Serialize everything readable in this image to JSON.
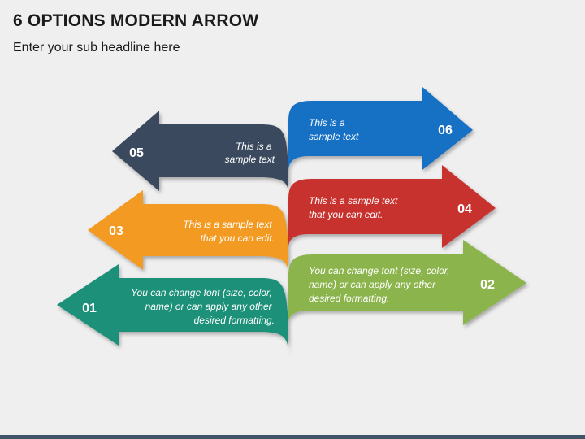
{
  "slide": {
    "title": "6 OPTIONS MODERN ARROW",
    "subtitle": "Enter your sub headline here"
  },
  "arrows": [
    {
      "number": "01",
      "direction": "left",
      "color": "#1e9079",
      "lines": [
        "You can change font (size, color,",
        "name) or can apply any other",
        "desired formatting."
      ]
    },
    {
      "number": "02",
      "direction": "right",
      "color": "#8cb44e",
      "lines": [
        "You can change font (size, color,",
        "name) or can apply any other",
        "desired formatting."
      ]
    },
    {
      "number": "03",
      "direction": "left",
      "color": "#f39a23",
      "lines": [
        "This is a sample text",
        "that you can edit."
      ]
    },
    {
      "number": "04",
      "direction": "right",
      "color": "#c8332e",
      "lines": [
        "This is a sample text",
        "that you can edit."
      ]
    },
    {
      "number": "05",
      "direction": "left",
      "color": "#3b4a5e",
      "lines": [
        "This is a",
        "sample text"
      ]
    },
    {
      "number": "06",
      "direction": "right",
      "color": "#1670c4",
      "lines": [
        "This is a",
        "sample text"
      ]
    }
  ],
  "colors": {
    "background": "#efefef",
    "bottom_bar": "#3f5468"
  }
}
